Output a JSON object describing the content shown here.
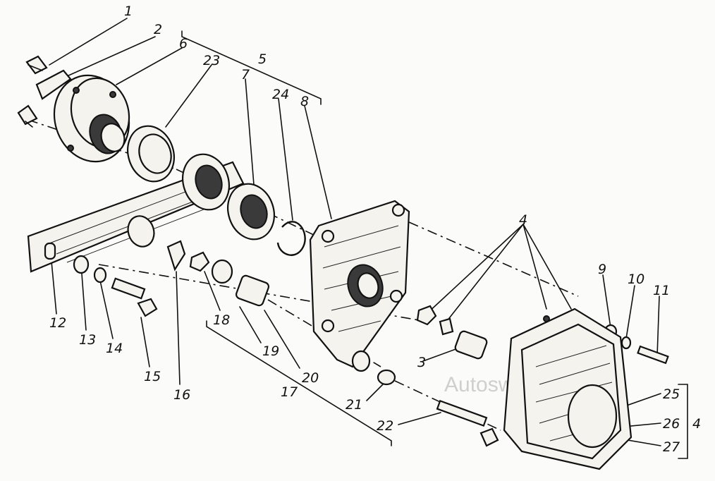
{
  "watermark": "Autoswap",
  "labels": {
    "l1": "1",
    "l2": "2",
    "l3": "3",
    "l4a": "4",
    "l4b": "4",
    "l5": "5",
    "l6": "6",
    "l7": "7",
    "l8": "8",
    "l9": "9",
    "l10": "10",
    "l11": "11",
    "l12": "12",
    "l13": "13",
    "l14": "14",
    "l15": "15",
    "l16": "16",
    "l17": "17",
    "l18": "18",
    "l19": "19",
    "l20": "20",
    "l21": "21",
    "l22": "22",
    "l23": "23",
    "l24": "24",
    "l25": "25",
    "l26": "26",
    "l27": "27"
  }
}
